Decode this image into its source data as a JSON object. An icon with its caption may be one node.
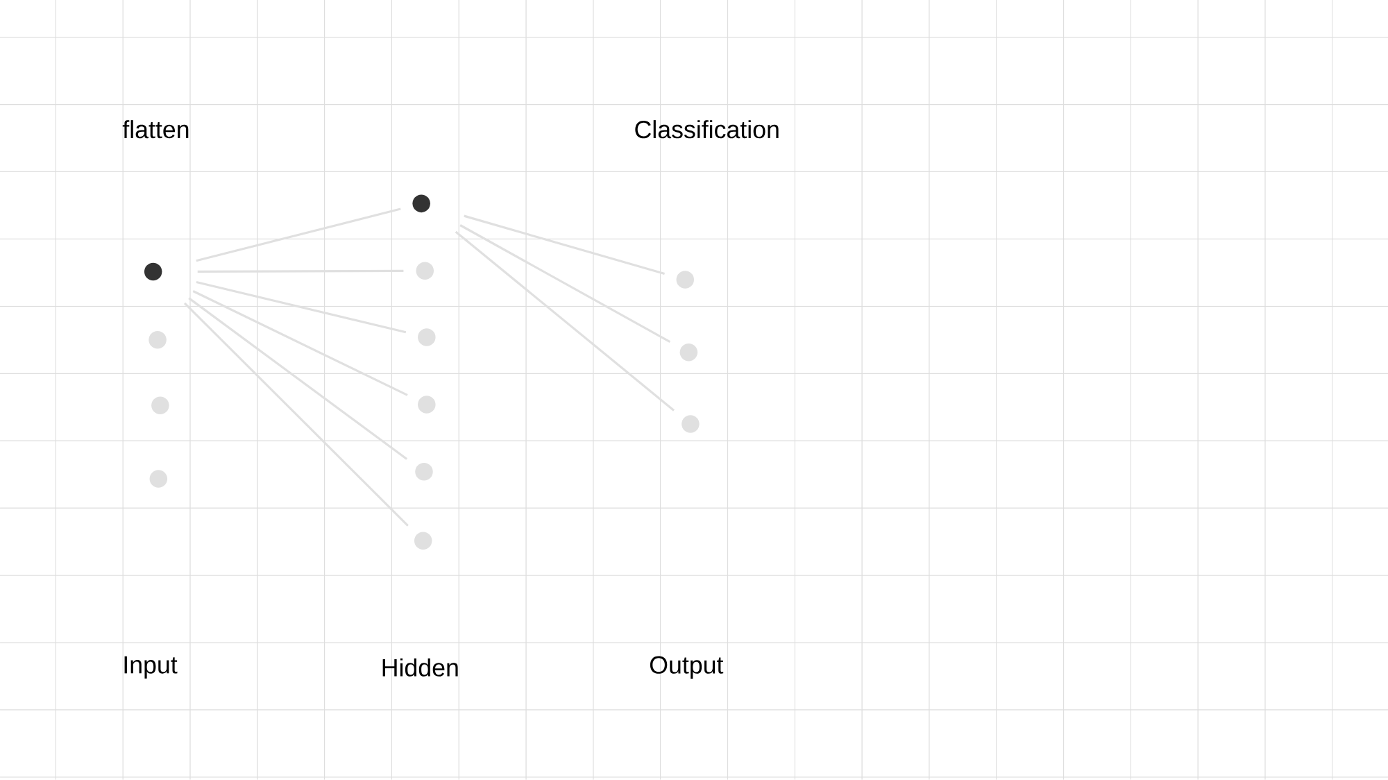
{
  "diagram": {
    "nodes": [
      {
        "text": [],
        "shape": "circle"
      },
      {
        "text": [],
        "shape": "circle"
      },
      {
        "text": [],
        "shape": "circle"
      },
      {
        "text": [],
        "shape": "circle"
      },
      {
        "text": [],
        "shape": "circle"
      },
      {
        "text": [],
        "shape": "circle"
      },
      {
        "text": [],
        "shape": "circle"
      },
      {
        "text": [],
        "shape": "circle"
      },
      {
        "text": [],
        "shape": "circle"
      },
      {
        "text": [],
        "shape": "circle"
      },
      {
        "text": [],
        "shape": "circle"
      },
      {
        "text": [],
        "shape": "circle"
      },
      {
        "text": [],
        "shape": "circle"
      }
    ],
    "edges": [
      {
        "from": 0,
        "to": 4,
        "arrow": "none"
      },
      {
        "from": 0,
        "to": 5,
        "arrow": "none"
      },
      {
        "from": 0,
        "to": 6,
        "arrow": "none"
      },
      {
        "from": 0,
        "to": 7,
        "arrow": "none"
      },
      {
        "from": 0,
        "to": 8,
        "arrow": "none"
      },
      {
        "from": 0,
        "to": 9,
        "arrow": "none"
      },
      {
        "from": 4,
        "to": 10,
        "arrow": "none"
      },
      {
        "from": 4,
        "to": 11,
        "arrow": "none"
      },
      {
        "from": 4,
        "to": 12,
        "arrow": "none"
      }
    ],
    "labels": [
      "flatten",
      "Classification",
      "Input",
      "Hidden",
      "Output"
    ]
  }
}
